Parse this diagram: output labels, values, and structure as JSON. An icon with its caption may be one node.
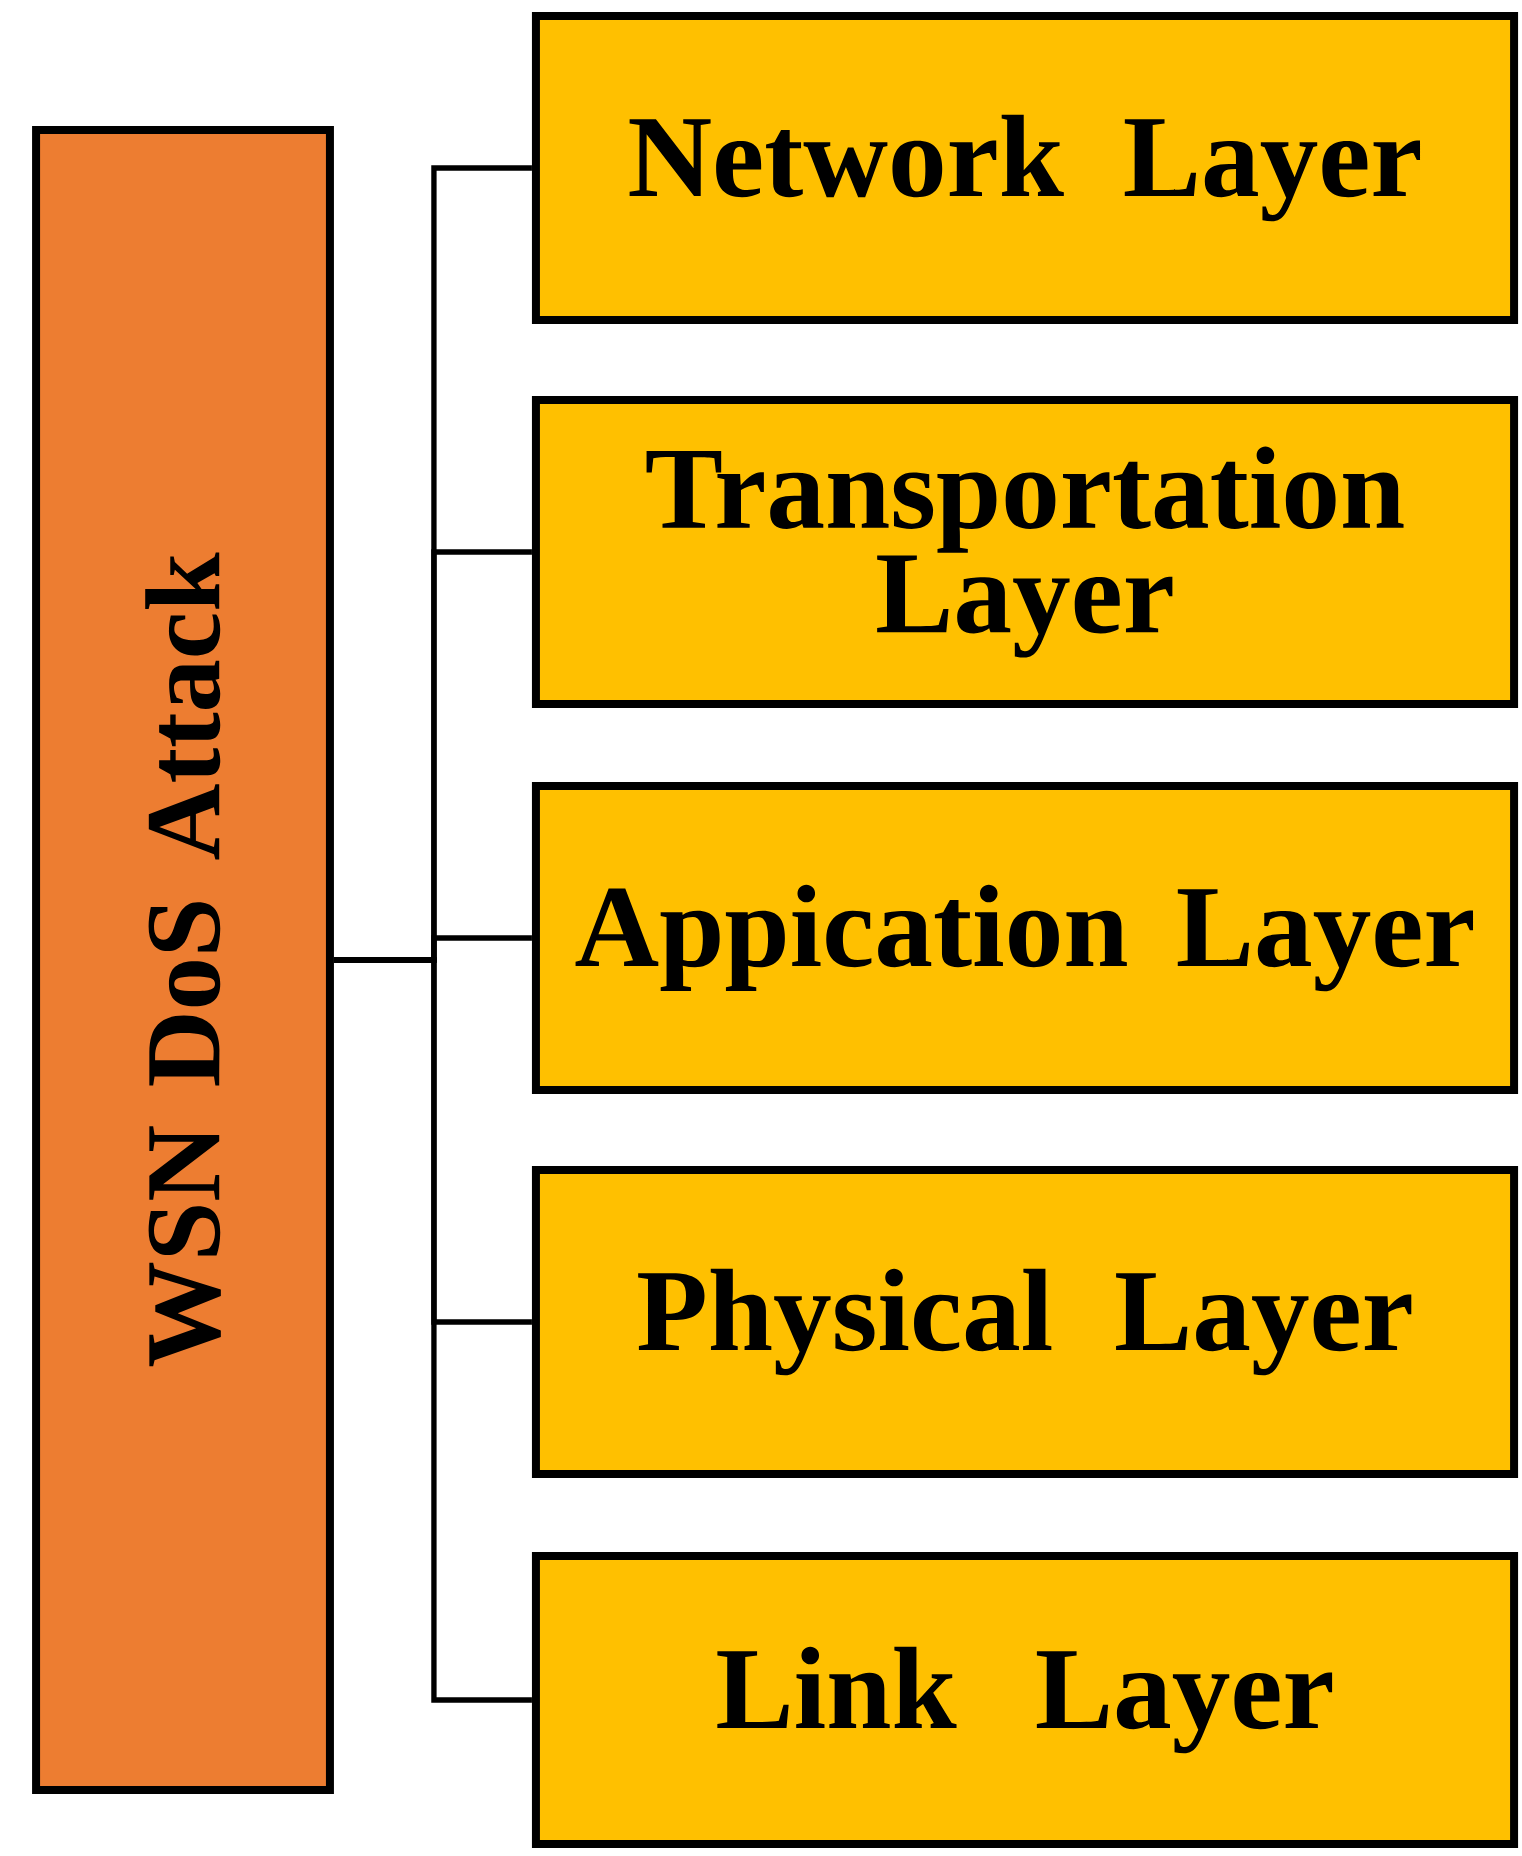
{
  "diagram": {
    "nodes": [
      {
        "text": [
          "WSN DoS Attack"
        ]
      },
      {
        "text": [
          "Network Layer"
        ]
      },
      {
        "text": [
          "Transportation Layer"
        ]
      },
      {
        "text": [
          "Appication Layer"
        ]
      },
      {
        "text": [
          "Physical Layer"
        ]
      },
      {
        "text": [
          "Link Layer"
        ]
      }
    ],
    "edges": [
      {
        "from": 0,
        "to": 1,
        "arrow": "none"
      },
      {
        "from": 0,
        "to": 2,
        "arrow": "none"
      },
      {
        "from": 0,
        "to": 3,
        "arrow": "none"
      },
      {
        "from": 0,
        "to": 4,
        "arrow": "none"
      },
      {
        "from": 0,
        "to": 5,
        "arrow": "none"
      }
    ]
  }
}
